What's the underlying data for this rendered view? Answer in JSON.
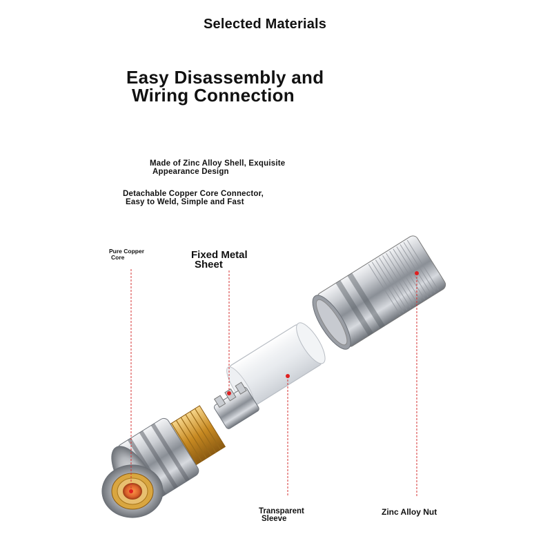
{
  "heading": "Selected Materials",
  "subheading": {
    "line1": "Easy Disassembly and",
    "line2": "Wiring Connection"
  },
  "features": [
    {
      "line1": "Made of Zinc Alloy Shell, Exquisite",
      "line2": "Appearance Design"
    },
    {
      "line1": "Detachable Copper Core Connector,",
      "line2": "Easy to Weld, Simple and Fast"
    }
  ],
  "callouts": {
    "core": {
      "line1": "Pure Copper",
      "line2": "Core"
    },
    "sheet": {
      "line1": "Fixed Metal",
      "line2": "Sheet"
    },
    "sleeve": {
      "line1": "Transparent",
      "line2": "Sleeve"
    },
    "nut": {
      "line1": "Zinc Alloy Nut"
    }
  },
  "colors": {
    "callout_line": "#d43030",
    "callout_dot": "#e02020",
    "metal": "#b8bcc2",
    "copper": "#d9902a"
  }
}
